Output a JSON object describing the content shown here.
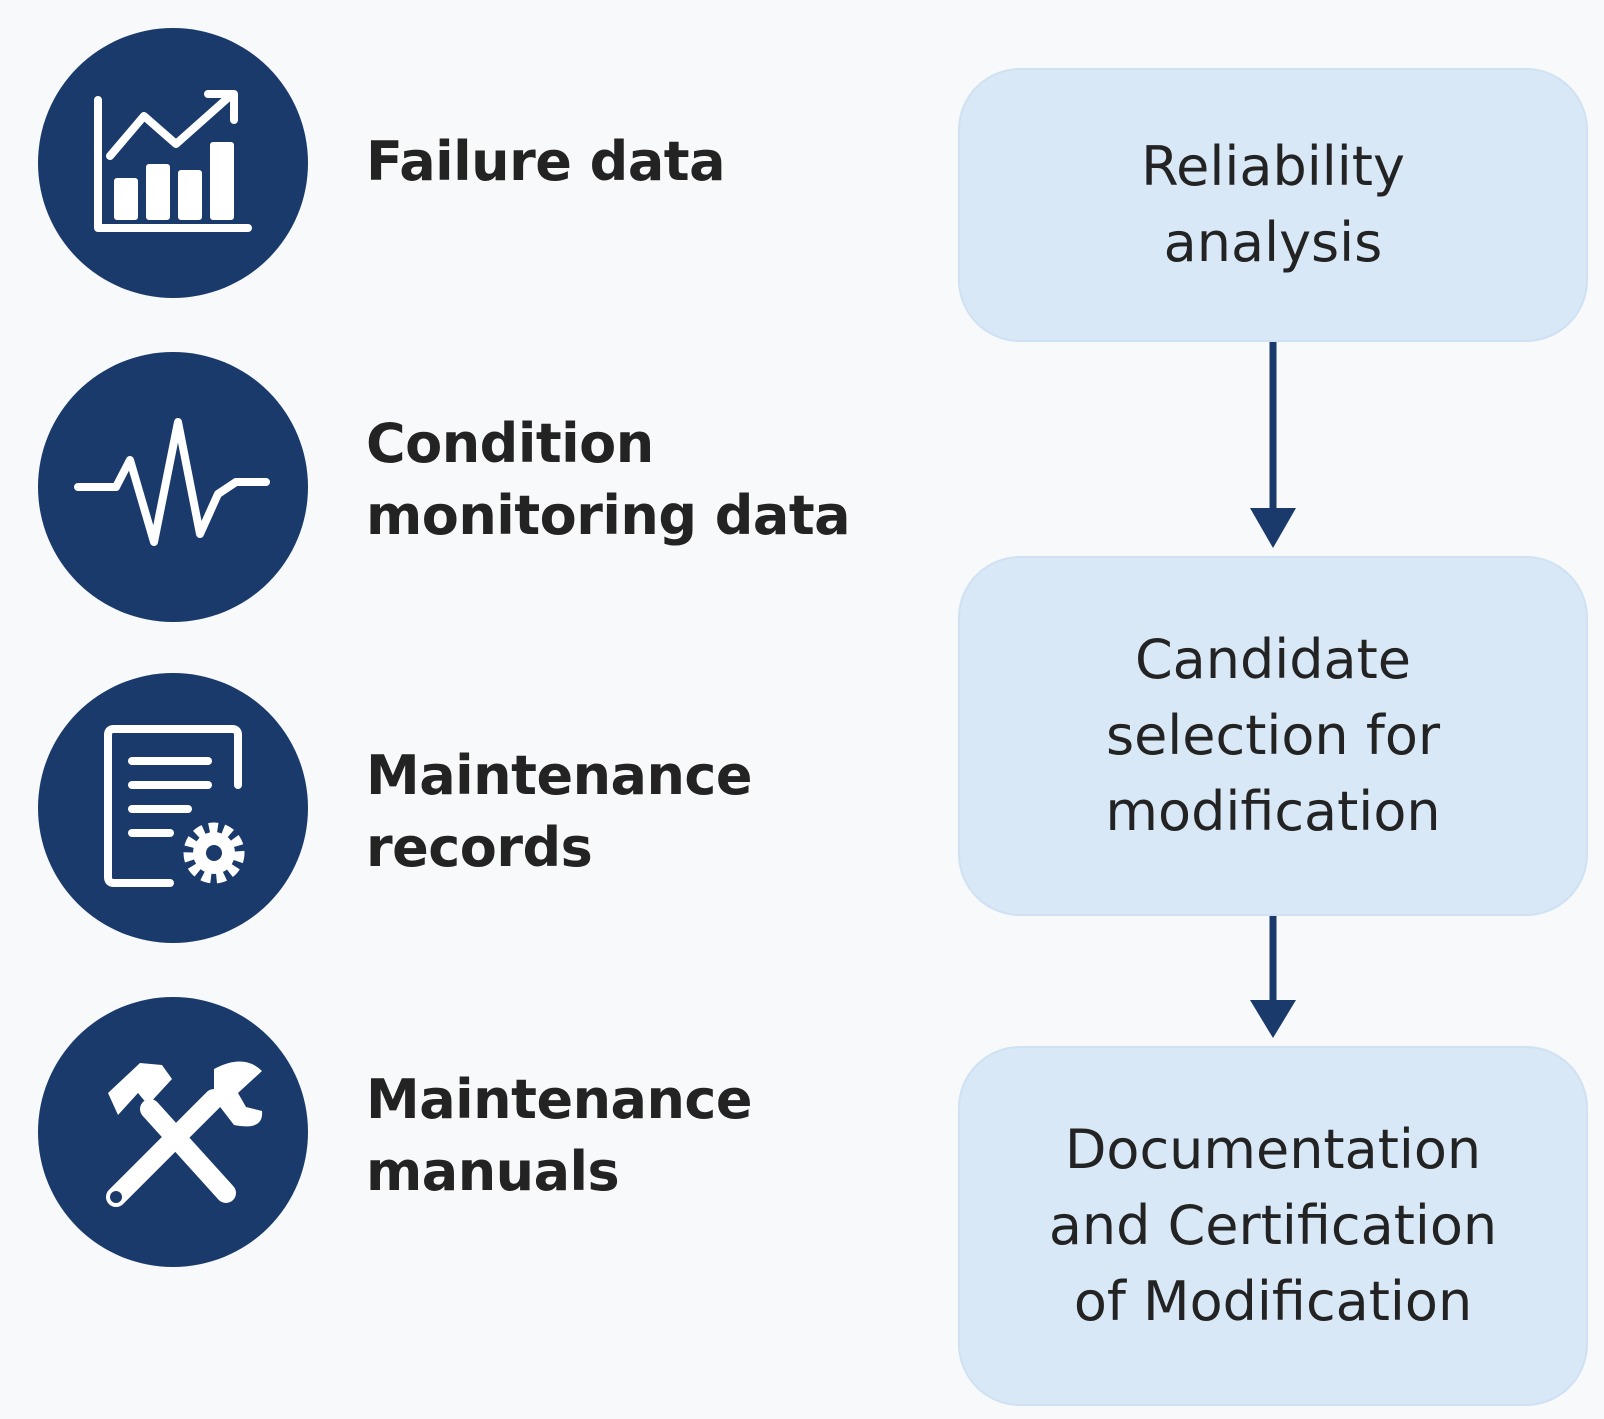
{
  "inputs": [
    {
      "icon": "line-bar-chart-icon",
      "label": "Failure data"
    },
    {
      "icon": "pulse-waveform-icon",
      "label": "Condition\nmonitoring data"
    },
    {
      "icon": "document-gear-icon",
      "label": "Maintenance\nrecords"
    },
    {
      "icon": "hammer-wrench-icon",
      "label": "Maintenance\nmanuals"
    }
  ],
  "steps": [
    {
      "label": "Reliability\nanalysis"
    },
    {
      "label": "Candidate\nselection for\nmodification"
    },
    {
      "label": "Documentation\nand Certification\nof Modification"
    }
  ],
  "colors": {
    "icon_circle": "#1a3a6b",
    "icon_glyph": "#ffffff",
    "step_box": "#d8e8f7",
    "arrow": "#1a3a6b",
    "background": "#f7f9fb",
    "text": "#232323"
  }
}
